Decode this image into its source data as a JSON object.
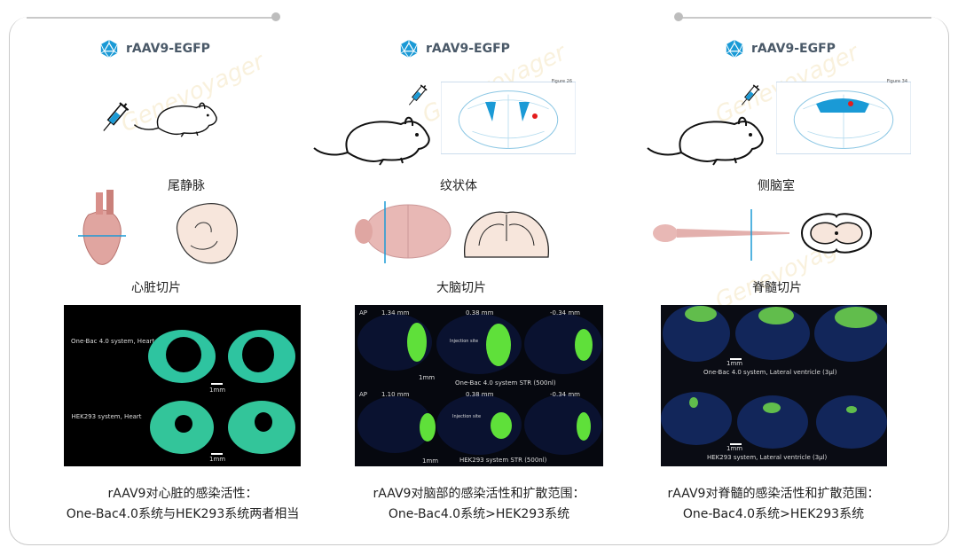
{
  "watermark": "Genevoyager",
  "columns": [
    {
      "header": "rAAV9-EGFP",
      "route": "尾静脉",
      "section": "心脏切片",
      "panel": {
        "rows": [
          {
            "label": "One-Bac 4.0 system, Heart",
            "scale": "1mm"
          },
          {
            "label": "HEK293 system, Heart",
            "scale": "1mm"
          }
        ]
      },
      "caption": [
        "rAAV9对心脏的感染活性：",
        "One-Bac4.0系统与HEK293系统两者相当"
      ]
    },
    {
      "header": "rAAV9-EGFP",
      "route": "纹状体",
      "section": "大脑切片",
      "atlas_label": "Figure 26",
      "panel": {
        "rows": [
          {
            "ap": "AP",
            "positions": [
              "1.34 mm",
              "0.38 mm",
              "-0.34 mm"
            ],
            "injection": "Injection site",
            "scale": "1mm",
            "label": "One-Bac 4.0 system STR (500nl)"
          },
          {
            "ap": "AP",
            "positions": [
              "1.10 mm",
              "0.38 mm",
              "-0.34 mm"
            ],
            "injection": "Injection site",
            "scale": "1mm",
            "label": "HEK293 system STR (500nl)"
          }
        ]
      },
      "caption": [
        "rAAV9对脑部的感染活性和扩散范围：",
        "One-Bac4.0系统>HEK293系统"
      ]
    },
    {
      "header": "rAAV9-EGFP",
      "route": "侧脑室",
      "section": "脊髓切片",
      "atlas_label": "Figure 34",
      "panel": {
        "rows": [
          {
            "label": "One-Bac 4.0 system,  Lateral ventricle (3μl)",
            "scale": "1mm"
          },
          {
            "label": "HEK293 system,  Lateral ventricle (3μl)",
            "scale": "1mm"
          }
        ]
      },
      "caption": [
        "rAAV9对脊髓的感染活性和扩散范围：",
        "One-Bac4.0系统>HEK293系统"
      ]
    }
  ],
  "colors": {
    "accent": "#1a9ad6",
    "gfp": "#5fe03a",
    "heart": "#2ec4a0"
  }
}
